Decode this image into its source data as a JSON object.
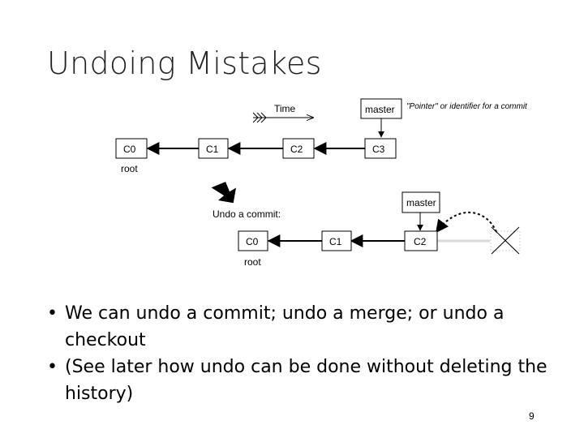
{
  "title": "Undoing Mistakes",
  "top_diagram": {
    "time_label": "Time",
    "master_label": "master",
    "note": "\"Pointer\" or identifier for a commit",
    "commits": [
      "C0",
      "C1",
      "C2",
      "C3"
    ],
    "root_label": "root"
  },
  "undo_label": "Undo a commit:",
  "bottom_diagram": {
    "master_label": "master",
    "commits": [
      "C0",
      "C1",
      "C2"
    ],
    "root_label": "root"
  },
  "bullets": [
    "We can undo a commit; undo a merge; or undo a checkout",
    "(See later how undo can be done without deleting the history)"
  ],
  "bullet_glyph": "•",
  "page_number": "9"
}
